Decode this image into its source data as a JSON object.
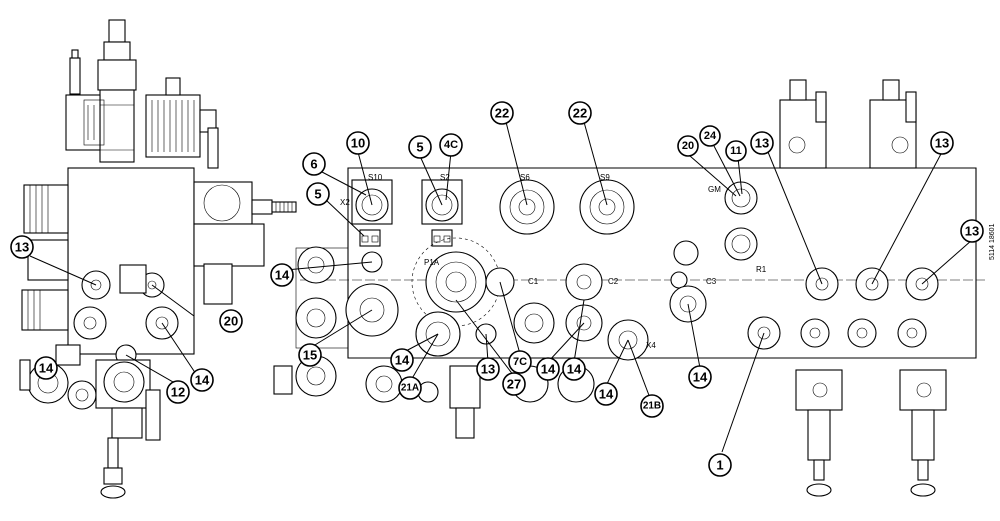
{
  "diagram": {
    "callouts": [
      {
        "id": "c-10",
        "label": "10"
      },
      {
        "id": "c-6",
        "label": "6"
      },
      {
        "id": "c-5a",
        "label": "5"
      },
      {
        "id": "c-5b",
        "label": "5"
      },
      {
        "id": "c-4c",
        "label": "4C"
      },
      {
        "id": "c-22a",
        "label": "22"
      },
      {
        "id": "c-22b",
        "label": "22"
      },
      {
        "id": "c-20a",
        "label": "20"
      },
      {
        "id": "c-24",
        "label": "24"
      },
      {
        "id": "c-11",
        "label": "11"
      },
      {
        "id": "c-13a",
        "label": "13"
      },
      {
        "id": "c-13b",
        "label": "13"
      },
      {
        "id": "c-13c",
        "label": "13"
      },
      {
        "id": "c-13d",
        "label": "13"
      },
      {
        "id": "c-13e",
        "label": "13"
      },
      {
        "id": "c-14a",
        "label": "14"
      },
      {
        "id": "c-14b",
        "label": "14"
      },
      {
        "id": "c-14c",
        "label": "14"
      },
      {
        "id": "c-14d",
        "label": "14"
      },
      {
        "id": "c-14e",
        "label": "14"
      },
      {
        "id": "c-14f",
        "label": "14"
      },
      {
        "id": "c-14g",
        "label": "14"
      },
      {
        "id": "c-14h",
        "label": "14"
      },
      {
        "id": "c-20b",
        "label": "20"
      },
      {
        "id": "c-12",
        "label": "12"
      },
      {
        "id": "c-15",
        "label": "15"
      },
      {
        "id": "c-21a",
        "label": "21A"
      },
      {
        "id": "c-27",
        "label": "27"
      },
      {
        "id": "c-7c",
        "label": "7C"
      },
      {
        "id": "c-21b",
        "label": "21B"
      },
      {
        "id": "c-1",
        "label": "1"
      }
    ],
    "ports": [
      {
        "id": "p-s10",
        "label": "S10"
      },
      {
        "id": "p-x2",
        "label": "X2"
      },
      {
        "id": "p-s2",
        "label": "S2"
      },
      {
        "id": "p-s6",
        "label": "S6"
      },
      {
        "id": "p-s9",
        "label": "S9"
      },
      {
        "id": "p-gm",
        "label": "GM"
      },
      {
        "id": "p-r1",
        "label": "R1"
      },
      {
        "id": "p-p1a",
        "label": "P1A"
      },
      {
        "id": "p-c1",
        "label": "C1"
      },
      {
        "id": "p-c2",
        "label": "C2"
      },
      {
        "id": "p-c3",
        "label": "C3"
      },
      {
        "id": "p-x4",
        "label": "X4"
      }
    ],
    "side_text": "5114 18601"
  }
}
